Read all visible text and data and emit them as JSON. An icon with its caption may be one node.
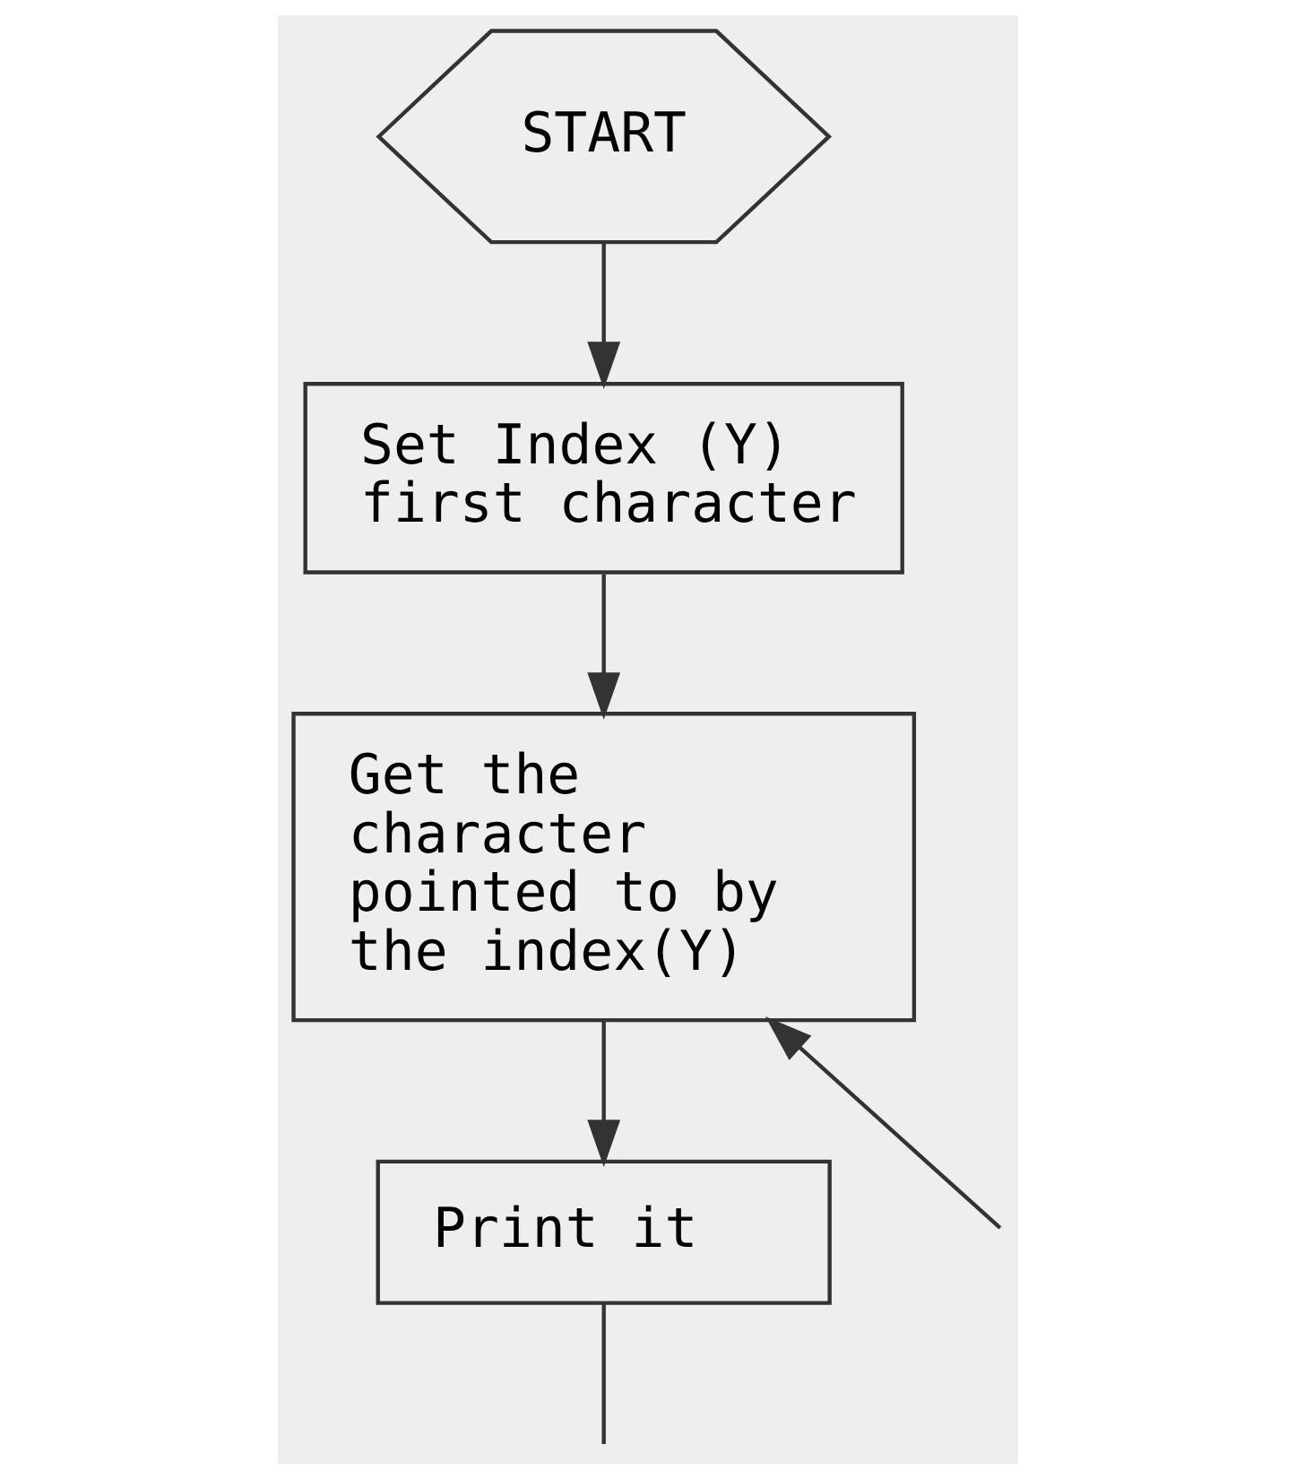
{
  "diagram": {
    "nodes": [
      {
        "text": [
          "START"
        ]
      },
      {
        "text": [
          "Set Index (Y) first character"
        ]
      },
      {
        "text": [
          "Get the character pointed to by the index(Y)"
        ]
      },
      {
        "text": [
          "Print it"
        ]
      }
    ],
    "edges": [
      {
        "from": 0,
        "to": 1,
        "arrow": "to"
      },
      {
        "from": 1,
        "to": 2,
        "arrow": "to"
      },
      {
        "from": 2,
        "to": 3,
        "arrow": "to"
      },
      {
        "from": 3,
        "to": null,
        "arrow": "none"
      },
      {
        "from": null,
        "to": 2,
        "arrow": "to"
      }
    ]
  }
}
